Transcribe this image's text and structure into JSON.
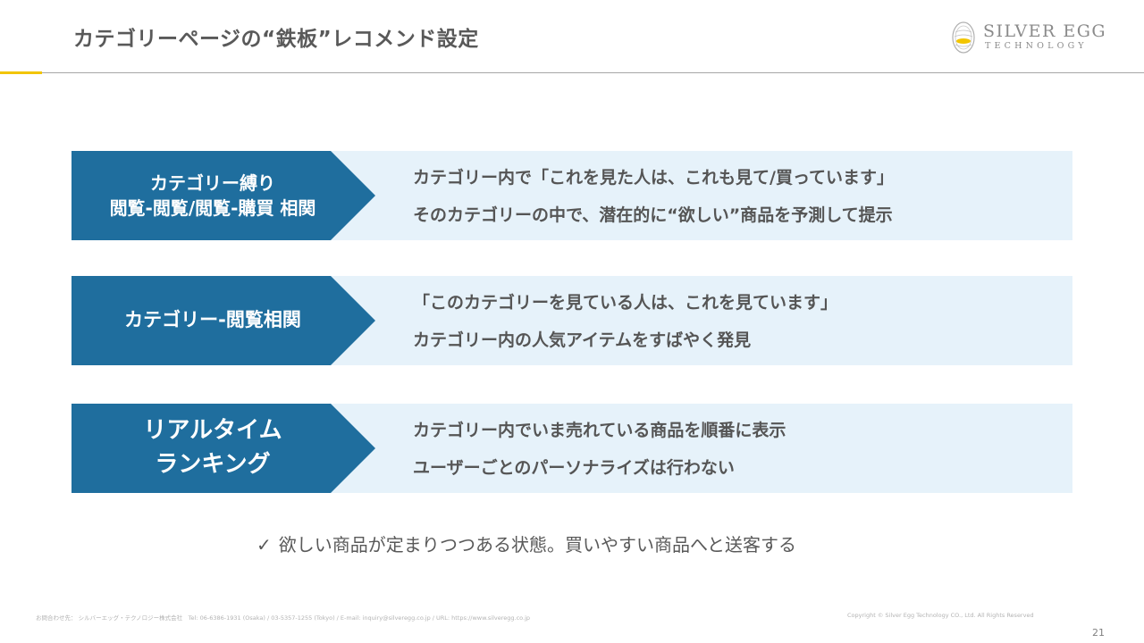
{
  "title": "カテゴリーページの“鉄板”レコメンド設定",
  "logo": {
    "line1": "SILVER EGG",
    "line2": "TECHNOLOGY"
  },
  "rows": [
    {
      "label_lines": [
        "カテゴリー縛り",
        "閲覧-閲覧/閲覧-購買 相関"
      ],
      "lines": [
        "カテゴリー内で「これを見た人は、これも見て/買っています」",
        "そのカテゴリーの中で、潜在的に“欲しい”商品を予測して提示"
      ]
    },
    {
      "label_lines": [
        "カテゴリー-閲覧相関"
      ],
      "lines": [
        "「このカテゴリーを見ている人は、これを見ています」",
        "カテゴリー内の人気アイテムをすばやく発見"
      ]
    },
    {
      "label_lines": [
        "リアルタイム",
        "ランキング"
      ],
      "lines": [
        "カテゴリー内でいま売れている商品を順番に表示",
        "ユーザーごとのパーソナライズは行わない"
      ]
    }
  ],
  "summary": {
    "check": "✓",
    "text": "欲しい商品が定まりつつある状態。買いやすい商品へと送客する"
  },
  "footer": {
    "contact": "お問合わせ先： シルバーエッグ・テクノロジー株式会社　Tel: 06-6386-1931 (Osaka) / 03-5357-1255 (Tokyo) / E-mail: inquiry@silveregg.co.jp / URL: https://www.silveregg.co.jp",
    "copyright": "Copyright © Silver Egg Technology CO., Ltd. All Rights Reserved",
    "page_number": "21"
  },
  "colors": {
    "label_bg": "#1f6e9e",
    "row_bg": "#e6f2fa",
    "accent": "#f2c500"
  }
}
